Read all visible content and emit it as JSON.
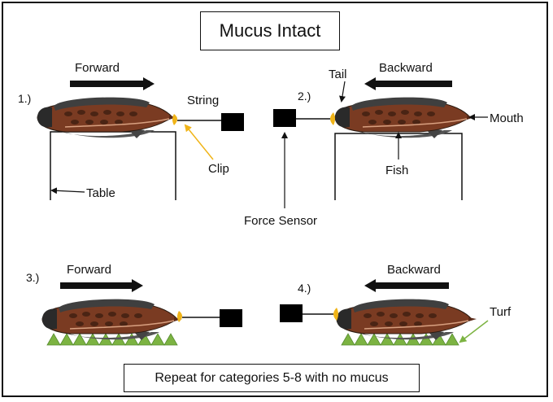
{
  "title": "Mucus Intact",
  "footer": "Repeat for categories 5-8 with no mucus",
  "panels": [
    {
      "number": "1.)",
      "direction": "Forward"
    },
    {
      "number": "2.)",
      "direction": "Backward"
    },
    {
      "number": "3.)",
      "direction": "Forward"
    },
    {
      "number": "4.)",
      "direction": "Backward"
    }
  ],
  "labels": {
    "string": "String",
    "clip": "Clip",
    "table": "Table",
    "tail": "Tail",
    "mouth": "Mouth",
    "fish": "Fish",
    "force_sensor": "Force Sensor",
    "turf": "Turf"
  },
  "colors": {
    "fish_body": "#7a3b22",
    "fish_dark": "#3a3a3a",
    "fish_fin": "#555555",
    "clip": "#f0b418",
    "turf": "#7cb342",
    "arrow": "#111111",
    "pointer_clip": "#f0b418",
    "pointer_turf": "#7cb342"
  }
}
